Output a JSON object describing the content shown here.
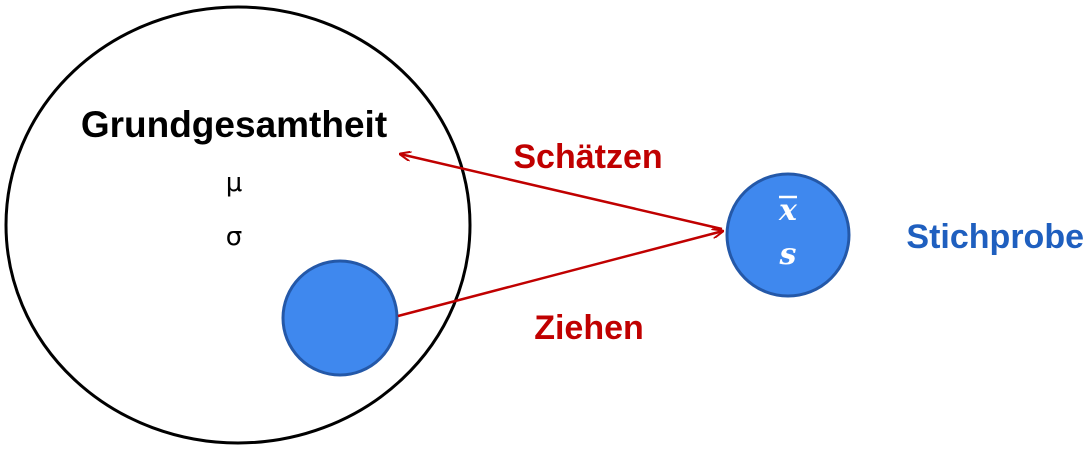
{
  "population": {
    "title": "Grundgesamtheit",
    "mean_symbol": "μ",
    "sd_symbol": "σ"
  },
  "sample": {
    "label": "Stichprobe",
    "mean_symbol": "x",
    "sd_symbol": "s"
  },
  "arrows": {
    "estimate_label": "Schätzen",
    "draw_label": "Ziehen"
  },
  "colors": {
    "outline": "#000000",
    "sample_fill": "#3f88ee",
    "sample_stroke": "#2458a8",
    "arrow": "#c00000",
    "sample_label": "#1f5fbf",
    "symbol_text": "#ffffff"
  }
}
